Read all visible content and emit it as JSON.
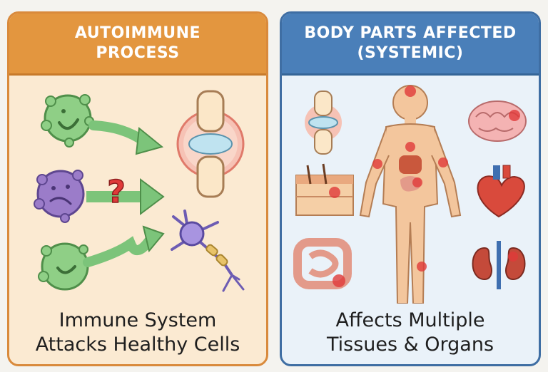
{
  "left_panel": {
    "title_line1": "AUTOIMMUNE",
    "title_line2": "PROCESS",
    "caption_line1": "Immune System",
    "caption_line2": "Attacks Healthy Cells",
    "question_mark": "?"
  },
  "right_panel": {
    "title_line1": "BODY PARTS AFFECTED",
    "title_line2": "(SYSTEMIC)",
    "caption_line1": "Affects Multiple",
    "caption_line2": "Tissues & Organs"
  },
  "colors": {
    "left_header": "#e3963f",
    "left_border": "#d98a3c",
    "left_background": "#fbead2",
    "right_header": "#4a7fb9",
    "right_border": "#3f6ea3",
    "right_background": "#eaf2f9",
    "immune_cell_green": "#8fcf86",
    "immune_cell_purple": "#9b7cc9",
    "arrow_green": "#7cc47a",
    "inflammation_red": "#e03a3a",
    "body_skin": "#f3c69d"
  }
}
